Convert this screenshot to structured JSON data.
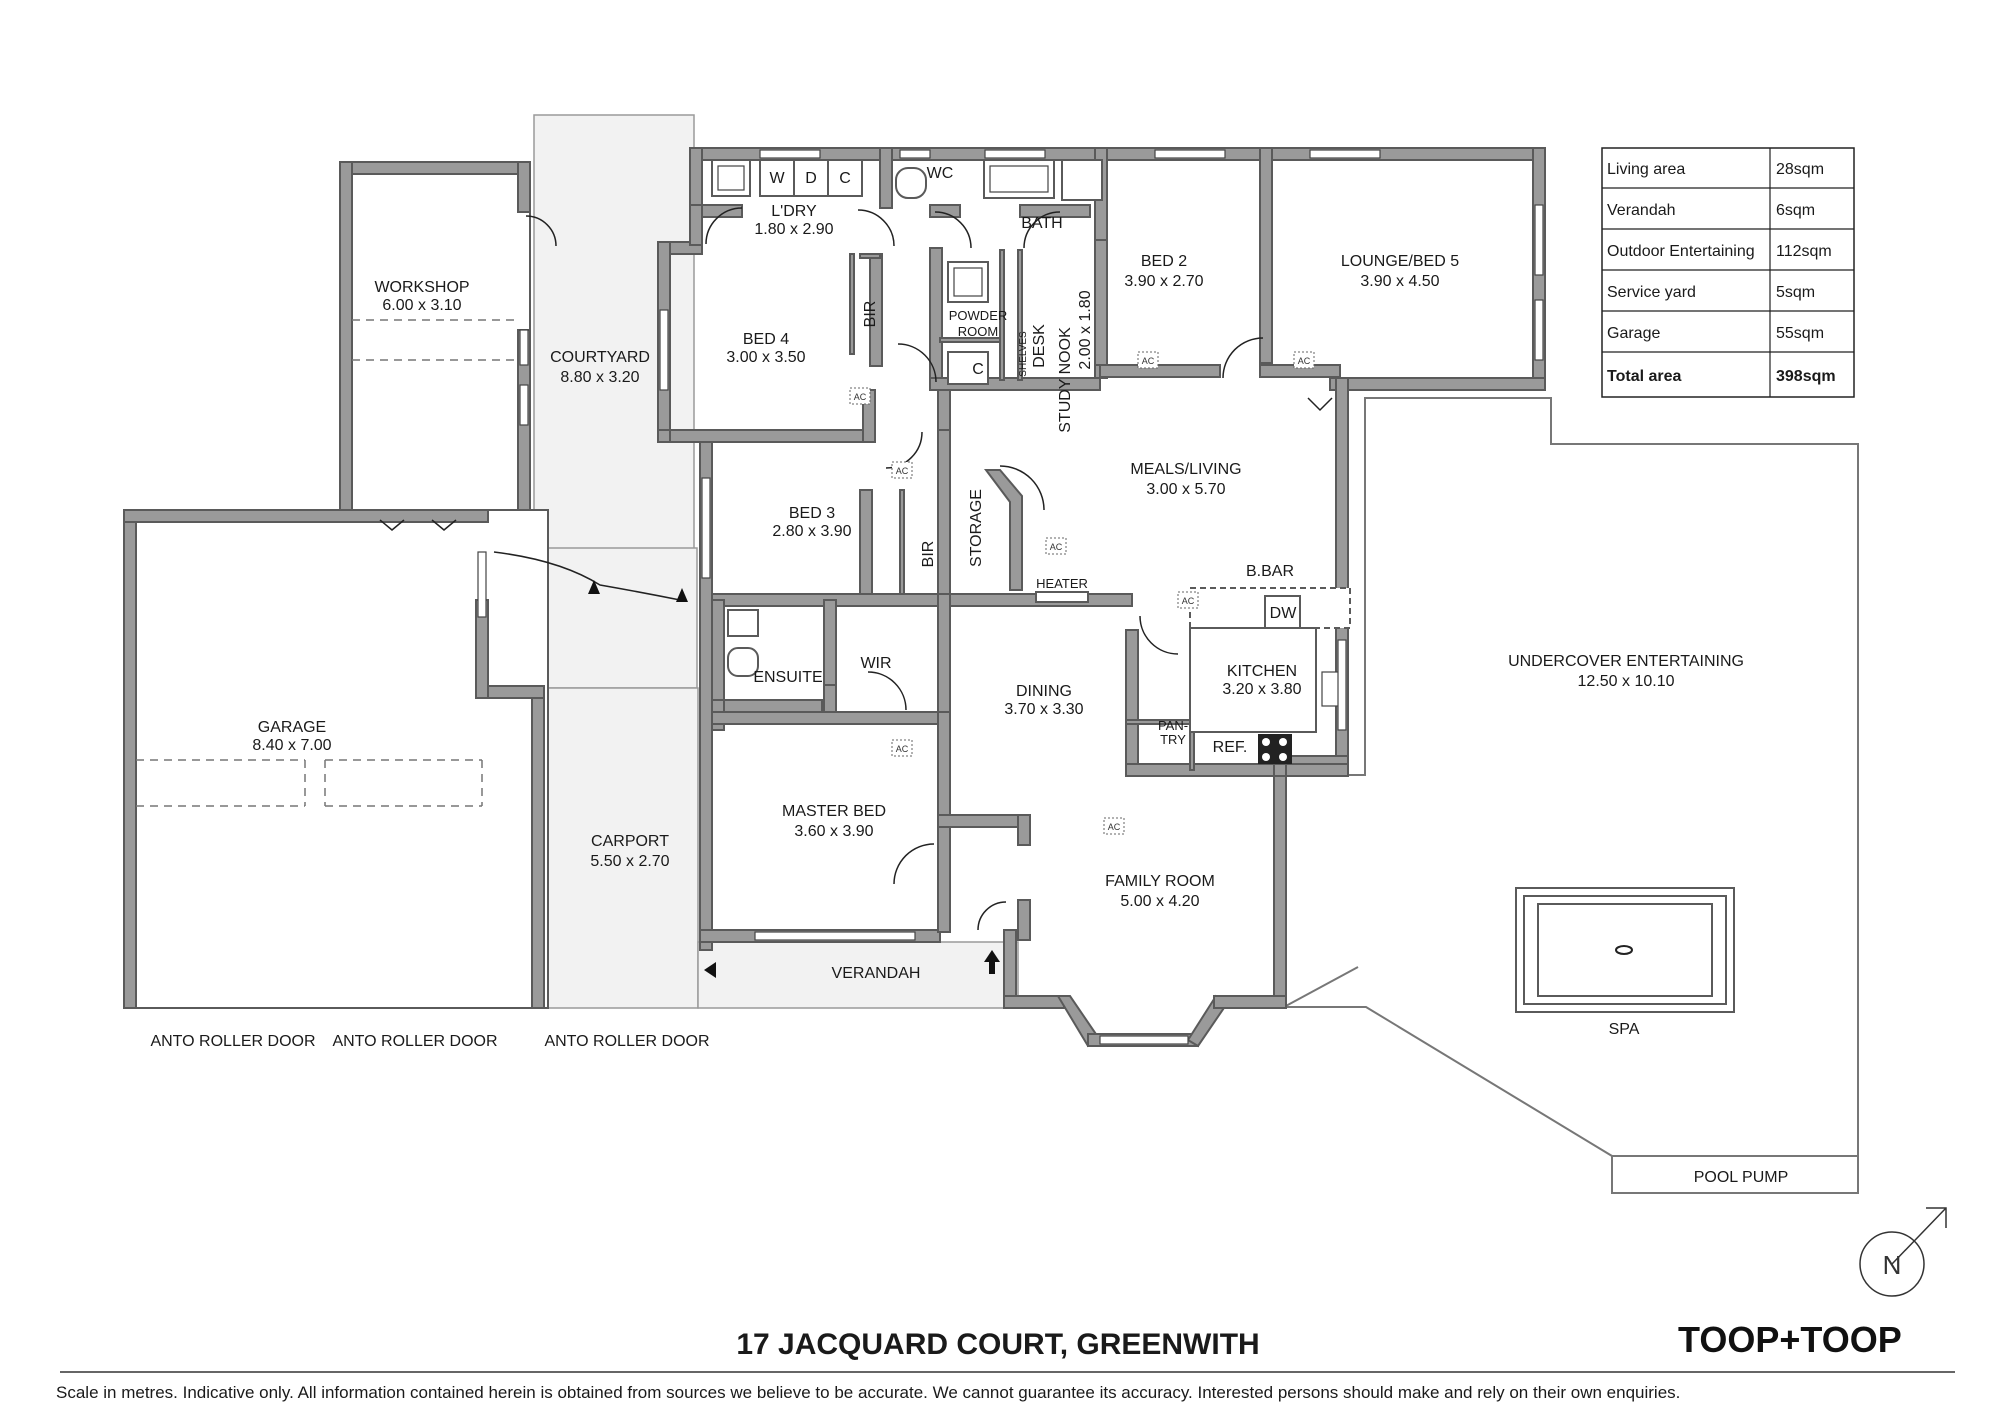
{
  "title": "17 JACQUARD COURT, GREENWITH",
  "brand": "TOOP+TOOP",
  "disclaimer": "Scale in metres. Indicative only. All information contained herein is obtained from sources we believe to be accurate. We cannot guarantee its accuracy. Interested persons should make and rely on their own enquiries.",
  "north_label": "N",
  "area_table": {
    "rows": [
      {
        "label": "Living area",
        "value": "28sqm"
      },
      {
        "label": "Verandah",
        "value": "6sqm"
      },
      {
        "label": "Outdoor Entertaining",
        "value": "112sqm"
      },
      {
        "label": "Service yard",
        "value": "5sqm"
      },
      {
        "label": "Garage",
        "value": "55sqm"
      }
    ],
    "total": {
      "label": "Total area",
      "value": "398sqm"
    }
  },
  "rooms": {
    "workshop": {
      "name": "WORKSHOP",
      "size": "6.00 x 3.10"
    },
    "courtyard": {
      "name": "COURTYARD",
      "size": "8.80 x 3.20"
    },
    "garage": {
      "name": "GARAGE",
      "size": "8.40 x 7.00"
    },
    "carport": {
      "name": "CARPORT",
      "size": "5.50 x 2.70"
    },
    "laundry": {
      "name": "L'DRY",
      "size": "1.80 x 2.90"
    },
    "bed4": {
      "name": "BED 4",
      "size": "3.00 x 3.50"
    },
    "bed3": {
      "name": "BED 3",
      "size": "2.80 x 3.90"
    },
    "bed2": {
      "name": "BED 2",
      "size": "3.90 x 2.70"
    },
    "lounge": {
      "name": "LOUNGE/BED 5",
      "size": "3.90 x 4.50"
    },
    "study": {
      "name": "STUDY NOOK",
      "size": "2.00 x 1.80"
    },
    "meals": {
      "name": "MEALS/LIVING",
      "size": "3.00 x 5.70"
    },
    "kitchen": {
      "name": "KITCHEN",
      "size": "3.20 x 3.80"
    },
    "dining": {
      "name": "DINING",
      "size": "3.70 x 3.30"
    },
    "master": {
      "name": "MASTER BED",
      "size": "3.60 x 3.90"
    },
    "family": {
      "name": "FAMILY ROOM",
      "size": "5.00 x 4.20"
    },
    "undercover": {
      "name": "UNDERCOVER ENTERTAINING",
      "size": "12.50 x 10.10"
    }
  },
  "labels": {
    "wc": "WC",
    "bath": "BATH",
    "powder": "POWDER",
    "room": "ROOM",
    "desk": "DESK",
    "shelves": "SHELVES",
    "bir": "BIR",
    "storage": "STORAGE",
    "heater": "HEATER",
    "bbar": "B.BAR",
    "dw": "DW",
    "pantry_a": "PAN-",
    "pantry_b": "TRY",
    "ref": "REF.",
    "ensuite": "ENSUITE",
    "wir": "WIR",
    "verandah": "VERANDAH",
    "spa": "SPA",
    "pool_pump": "POOL PUMP",
    "roller_door": "ANTO ROLLER DOOR",
    "w": "W",
    "d": "D",
    "c": "C",
    "ac": "AC"
  }
}
